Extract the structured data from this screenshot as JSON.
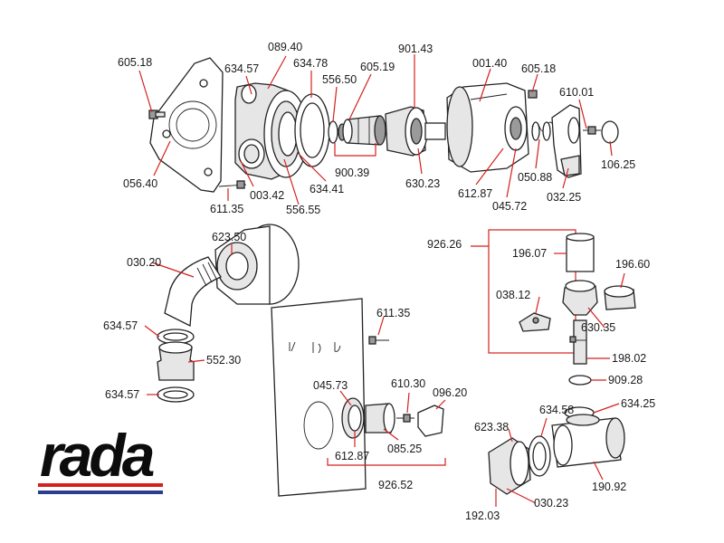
{
  "logo": {
    "text": "rada",
    "stripe_colors": [
      "#d4211d",
      "#2b3d8f"
    ]
  },
  "labels": {
    "l605_18_a": "605.18",
    "l089_40": "089.40",
    "l634_57_a": "634.57",
    "l634_78": "634.78",
    "l605_19": "605.19",
    "l556_50": "556.50",
    "l901_43": "901.43",
    "l001_40": "001.40",
    "l605_18_b": "605.18",
    "l610_01": "610.01",
    "l056_40": "056.40",
    "l003_42": "003.42",
    "l634_41": "634.41",
    "l556_55": "556.55",
    "l611_35_a": "611.35",
    "l900_39": "900.39",
    "l630_23_a": "630.23",
    "l612_87_a": "612.87",
    "l045_72": "045.72",
    "l050_88": "050.88",
    "l032_25": "032.25",
    "l106_25": "106.25",
    "l623_50": "623.50",
    "l030_20": "030.20",
    "l634_57_b": "634.57",
    "l552_30": "552.30",
    "l634_57_c": "634.57",
    "l926_26": "926.26",
    "l196_07": "196.07",
    "l196_60": "196.60",
    "l038_12": "038.12",
    "l630_35": "630.35",
    "l198_02": "198.02",
    "l909_28": "909.28",
    "l634_25": "634.25",
    "l634_58": "634.58",
    "l623_38": "623.38",
    "l190_92": "190.92",
    "l030_23": "030.23",
    "l192_03": "192.03",
    "l611_35_b": "611.35",
    "l045_73": "045.73",
    "l610_30": "610.30",
    "l096_20": "096.20",
    "l612_87_b": "612.87",
    "l085_25": "085.25",
    "l926_52": "926.52"
  }
}
